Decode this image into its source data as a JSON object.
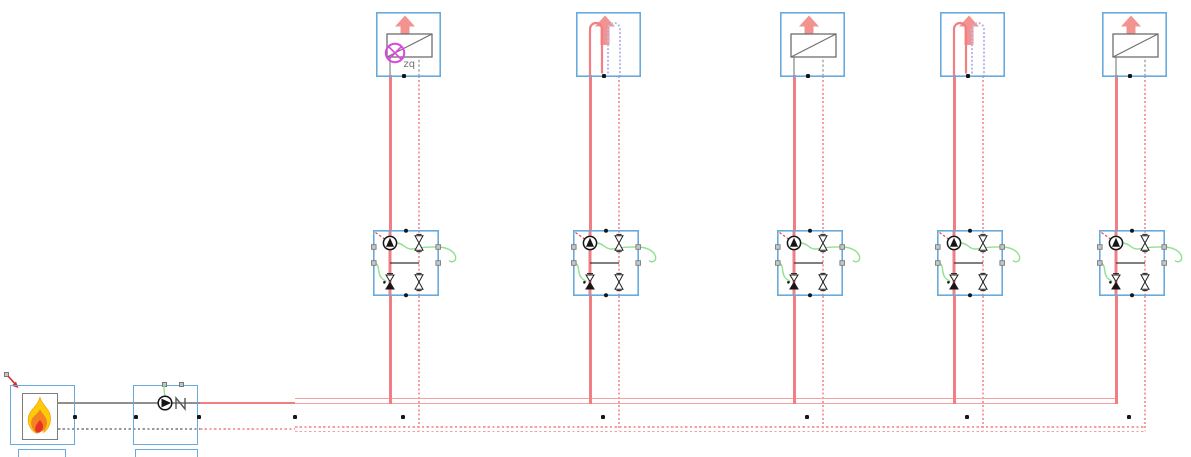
{
  "labels": {
    "consumer_tag": "zq"
  },
  "colors": {
    "blue": "#69aadd",
    "pipe": "#f17e83",
    "pipeL": "#f4a0a3",
    "arrow": "#f2938f",
    "magenta": "#da4ada",
    "wire": "#8ee28e",
    "coil": "#b9b9ef",
    "graysym": "#6f6f6f",
    "flame_outer": "#fecb0a",
    "flame_mid": "#f58220",
    "flame_core": "#e63324"
  },
  "components": {
    "heat_source": {
      "name": "boiler",
      "icon": "flame-icon"
    },
    "main_pump": {
      "name": "circulation-pump",
      "icon": "pump-icon",
      "extra_icon": "flex-connector-icon"
    },
    "pipes": {
      "supply": "solid-red-double-line",
      "return": "dashed-red-double-line"
    },
    "consumer_groups": [
      {
        "consumer": "radiator",
        "icon": "radiator-icon",
        "tag": "zq",
        "marker": "crossed-circle",
        "station_icons": [
          "pump-icon",
          "control-valve-icon",
          "check-valve-icon"
        ]
      },
      {
        "consumer": "floor-heating-coil",
        "icon": "heating-coil-icon",
        "station_icons": [
          "pump-icon",
          "control-valve-icon",
          "check-valve-icon"
        ]
      },
      {
        "consumer": "radiator",
        "icon": "radiator-icon",
        "station_icons": [
          "pump-icon",
          "control-valve-icon",
          "check-valve-icon"
        ]
      },
      {
        "consumer": "floor-heating-coil",
        "icon": "heating-coil-icon",
        "station_icons": [
          "pump-icon",
          "control-valve-icon",
          "check-valve-icon"
        ]
      },
      {
        "consumer": "radiator",
        "icon": "radiator-icon",
        "station_icons": [
          "pump-icon",
          "control-valve-icon",
          "check-valve-icon"
        ]
      }
    ]
  }
}
